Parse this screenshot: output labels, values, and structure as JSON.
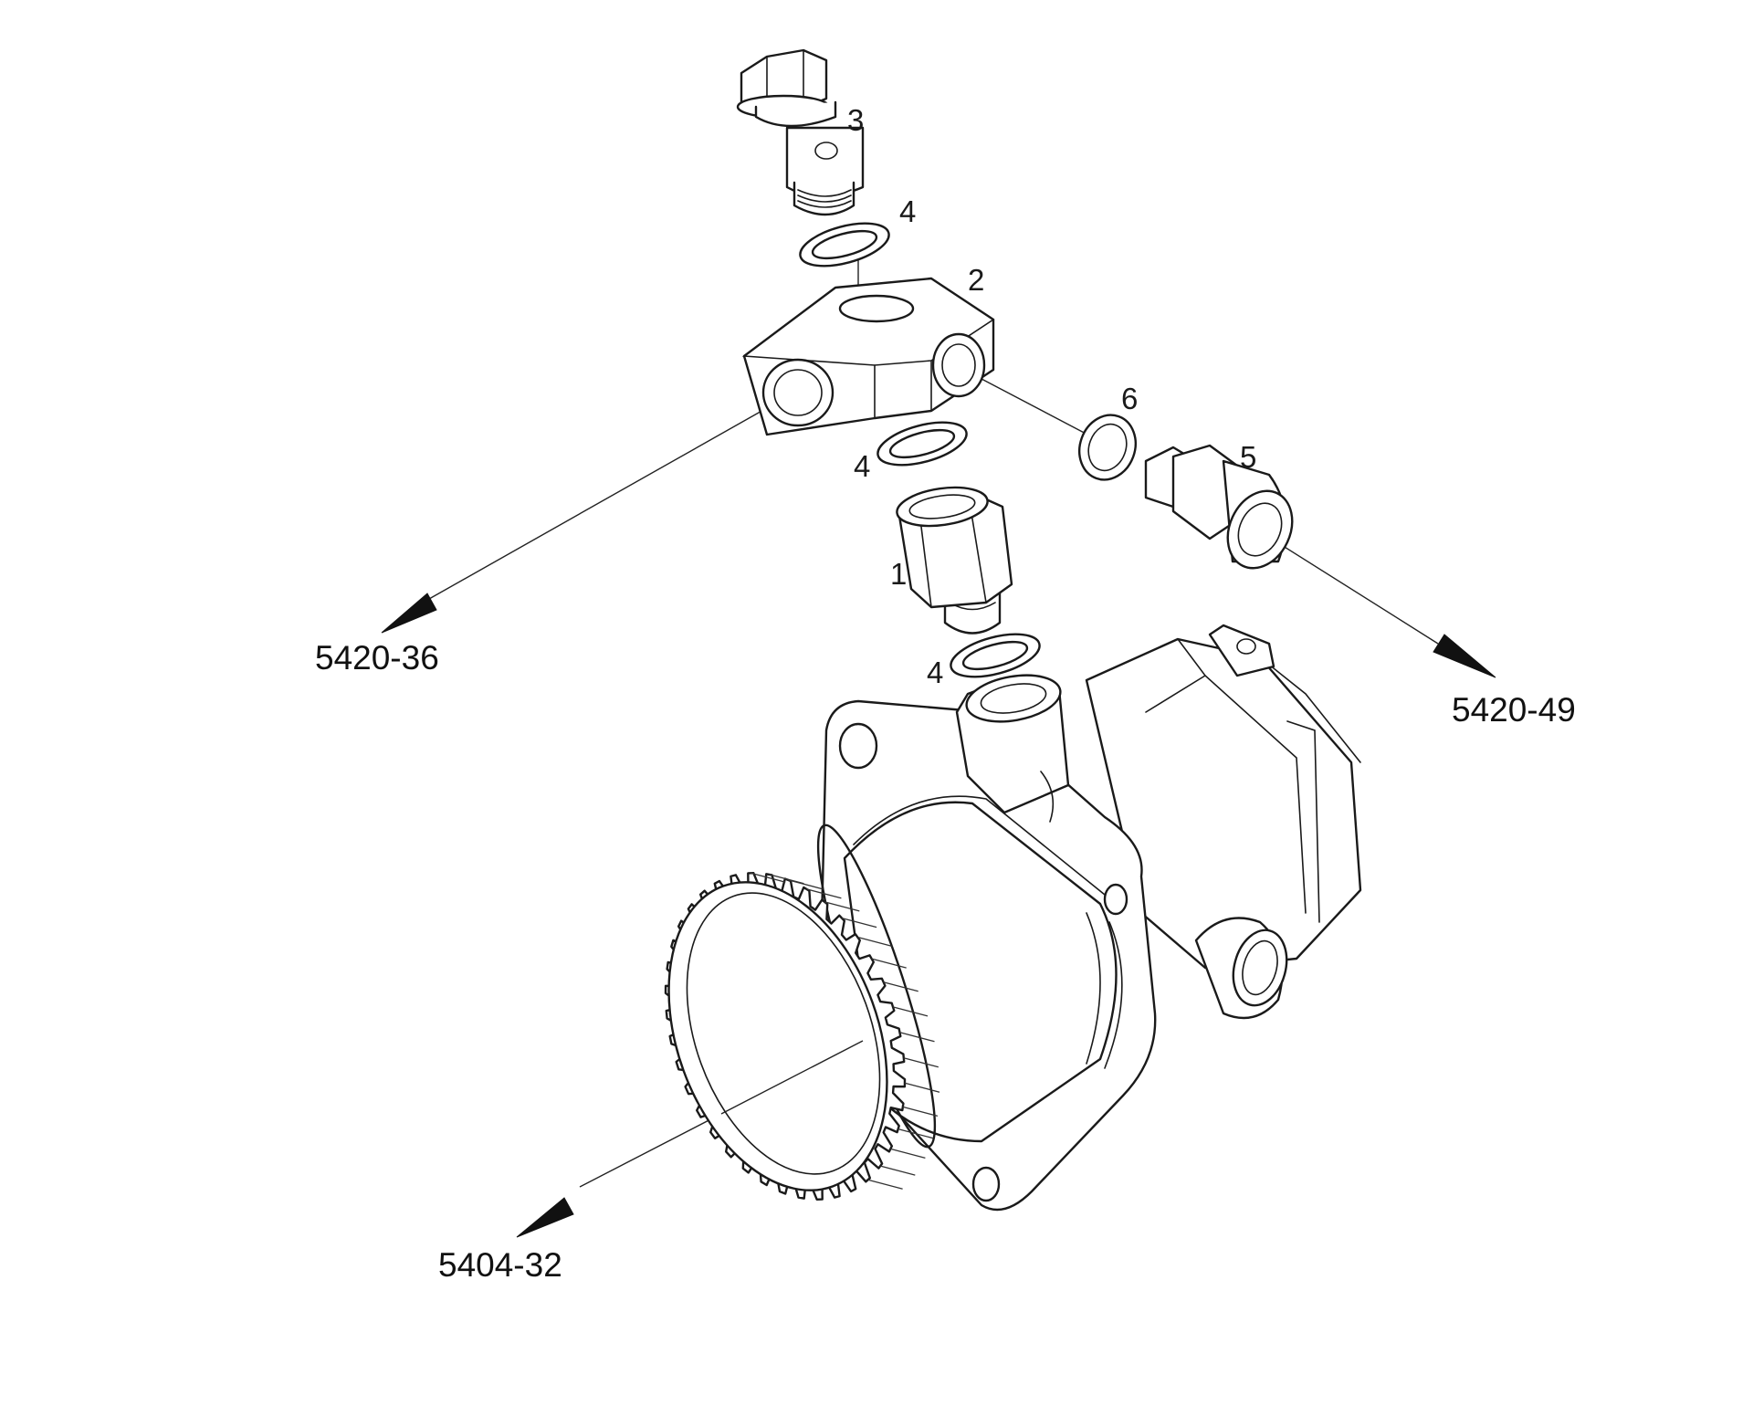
{
  "callouts": [
    "1",
    "2",
    "3",
    "4",
    "4",
    "4",
    "5",
    "6"
  ],
  "references": [
    "5420-36",
    "5420-49",
    "5404-32"
  ]
}
